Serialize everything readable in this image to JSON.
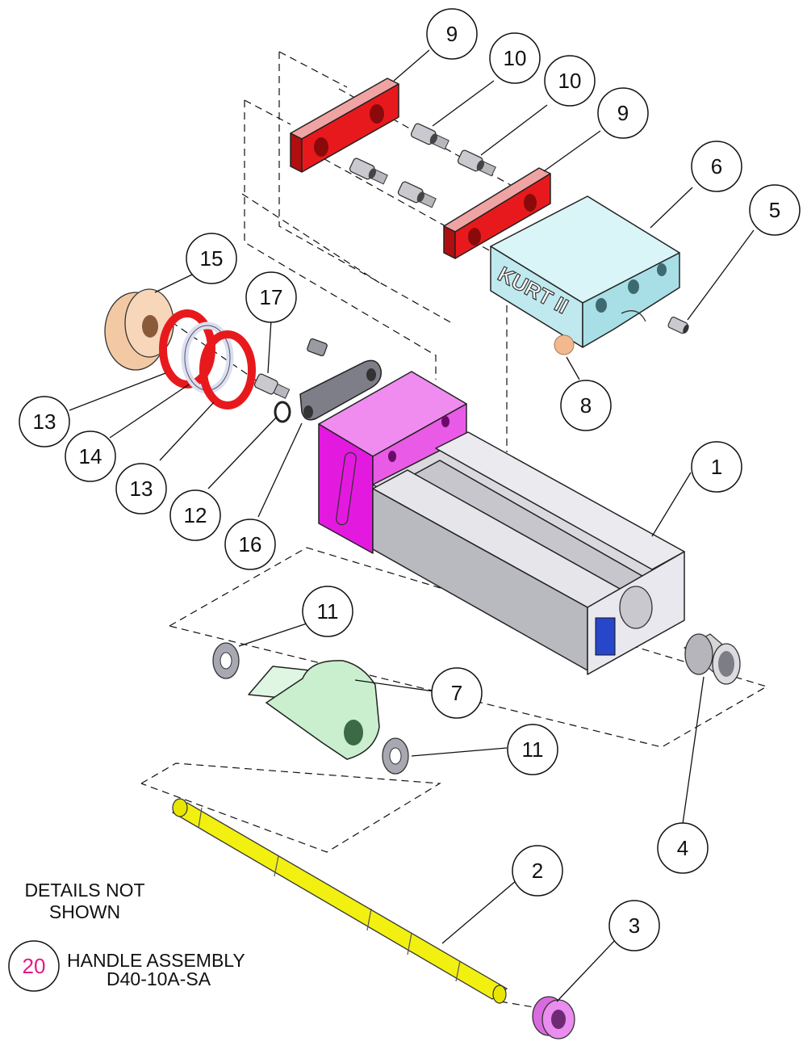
{
  "diagram": {
    "balloons": [
      {
        "id": "b9a",
        "label": "9"
      },
      {
        "id": "b10a",
        "label": "10"
      },
      {
        "id": "b10b",
        "label": "10"
      },
      {
        "id": "b9b",
        "label": "9"
      },
      {
        "id": "b6",
        "label": "6"
      },
      {
        "id": "b5",
        "label": "5"
      },
      {
        "id": "b15",
        "label": "15"
      },
      {
        "id": "b17",
        "label": "17"
      },
      {
        "id": "b8",
        "label": "8"
      },
      {
        "id": "b13a",
        "label": "13"
      },
      {
        "id": "b14",
        "label": "14"
      },
      {
        "id": "b13b",
        "label": "13"
      },
      {
        "id": "b12",
        "label": "12"
      },
      {
        "id": "b16",
        "label": "16"
      },
      {
        "id": "b1",
        "label": "1"
      },
      {
        "id": "b11a",
        "label": "11"
      },
      {
        "id": "b7",
        "label": "7"
      },
      {
        "id": "b11b",
        "label": "11"
      },
      {
        "id": "b4",
        "label": "4"
      },
      {
        "id": "b2",
        "label": "2"
      },
      {
        "id": "b3",
        "label": "3"
      }
    ],
    "engraving": "KURT II",
    "notes": {
      "details_line1": "DETAILS NOT",
      "details_line2": "SHOWN",
      "handle_number": "20",
      "handle_title": "HANDLE ASSEMBLY",
      "handle_part": "D40-10A-SA"
    },
    "colors": {
      "jaw_plate": "#e8191c",
      "movable_jaw": "#c7eef2",
      "stationary_jaw": "#e419e0",
      "body": "#e6e6ea",
      "nut": "#c9efcf",
      "screw": "#f2f011",
      "collar": "#ea8cf0",
      "thrust_cap": "#f3c9a4",
      "seal_ring": "#e8191c",
      "washer": "#dcdff2",
      "callout_magenta": "#e3198a"
    }
  }
}
